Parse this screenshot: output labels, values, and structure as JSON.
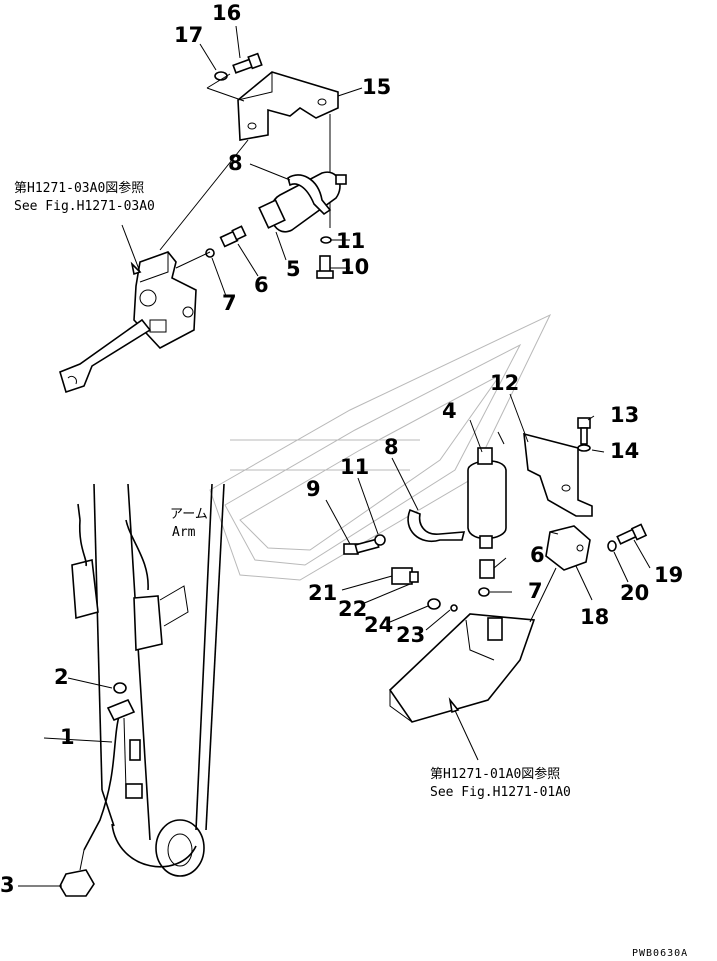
{
  "callouts": {
    "c1": "1",
    "c2": "2",
    "c3": "3",
    "c4": "4",
    "c5": "5",
    "c6a": "6",
    "c6b": "6",
    "c7a": "7",
    "c7b": "7",
    "c8a": "8",
    "c8b": "8",
    "c9": "9",
    "c10": "10",
    "c11a": "11",
    "c11b": "11",
    "c12": "12",
    "c13": "13",
    "c14": "14",
    "c15": "15",
    "c16": "16",
    "c17": "17",
    "c18": "18",
    "c19": "19",
    "c20": "20",
    "c21": "21",
    "c22": "22",
    "c23": "23",
    "c24": "24"
  },
  "notes": {
    "top_ref_jp": "第H1271-03A0図参照",
    "top_ref_en": "See Fig.H1271-03A0",
    "bottom_ref_jp": "第H1271-01A0図参照",
    "bottom_ref_en": "See Fig.H1271-01A0",
    "arm_jp": "アーム",
    "arm_en": "Arm"
  },
  "figure_code": "PWB0630A"
}
